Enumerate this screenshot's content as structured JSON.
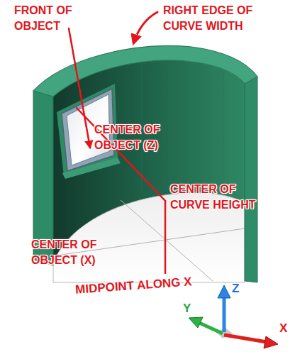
{
  "diagram": {
    "labels": [
      "FRONT OF OBJECT",
      "RIGHT EDGE OF CURVE WIDTH",
      "CENTER OF OBJECT (Z)",
      "CENTER OF CURVE HEIGHT",
      "CENTER OF OBJECT (X)",
      "MIDPOINT ALONG X",
      "Z",
      "Y",
      "X"
    ]
  }
}
